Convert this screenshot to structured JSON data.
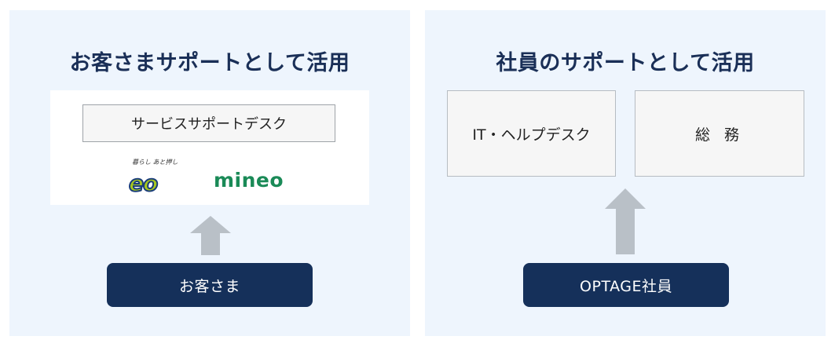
{
  "left_panel": {
    "title": "お客さまサポートとして活用",
    "desk_label": "サービスサポートデスク",
    "logo_eo_tagline": "暮らし あと押し",
    "logo_eo_text": "eo",
    "logo_mineo_text": "mineo",
    "button_label": "お客さま"
  },
  "right_panel": {
    "title": "社員のサポートとして活用",
    "box1_label": "IT・ヘルプデスク",
    "box2_label": "総 務",
    "button_label": "OPTAGE社員"
  },
  "colors": {
    "panel_bg": "#eef5fd",
    "title": "#1a2f57",
    "button_bg": "#15305a",
    "arrow": "#b9c0c7"
  }
}
